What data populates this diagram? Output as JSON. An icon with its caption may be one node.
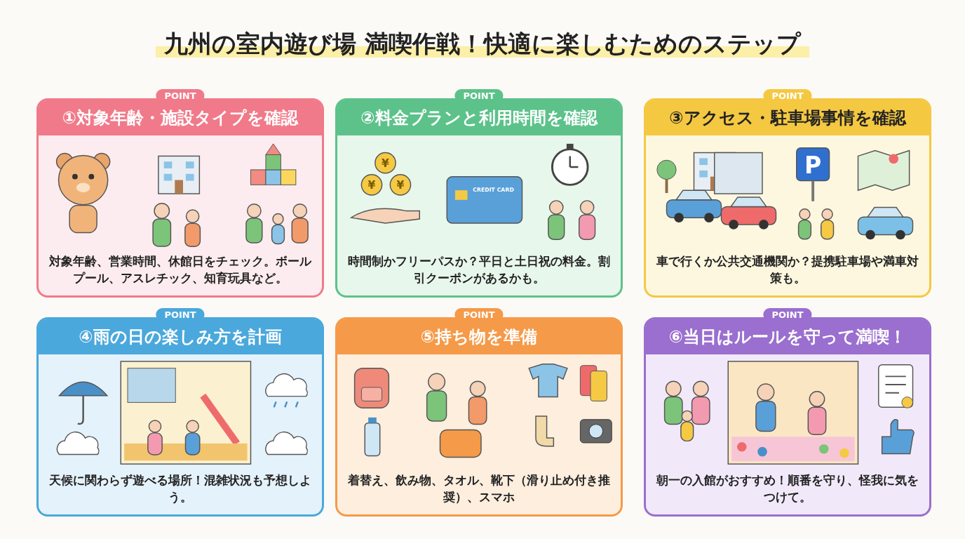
{
  "diagram": {
    "title": "九州の室内遊び場 満喫作戦！快適に楽しむためのステップ",
    "nodes": [
      {
        "text": [
          "POINT",
          "①対象年齢・施設タイプを確認",
          "対象年齢、営業時間、休館日をチェック。ボールプール、アスレチック、知育玩具など。"
        ]
      },
      {
        "text": [
          "POINT",
          "②料金プランと利用時間を確認",
          "時間制かフリーパスか？平日と土日祝の料金。割引クーポンがあるかも。"
        ]
      },
      {
        "text": [
          "POINT",
          "③アクセス・駐車場事情を確認",
          "車で行くか公共交通機関か？提携駐車場や満車対策も。"
        ]
      },
      {
        "text": [
          "POINT",
          "④雨の日の楽しみ方を計画",
          "天候に関わらず遊べる場所！混雑状況も予想しよう。"
        ]
      },
      {
        "text": [
          "POINT",
          "⑤持ち物を準備",
          "着替え、飲み物、タオル、靴下（滑り止め付き推奨）、スマホ"
        ]
      },
      {
        "text": [
          "POINT",
          "⑥当日はルールを守って満喫！",
          "朝一の入館がおすすめ！順番を守り、怪我に気をつけて。"
        ]
      }
    ],
    "labels": [
      "¥",
      "¥",
      "¥",
      "CREDIT CARD",
      "P"
    ]
  }
}
